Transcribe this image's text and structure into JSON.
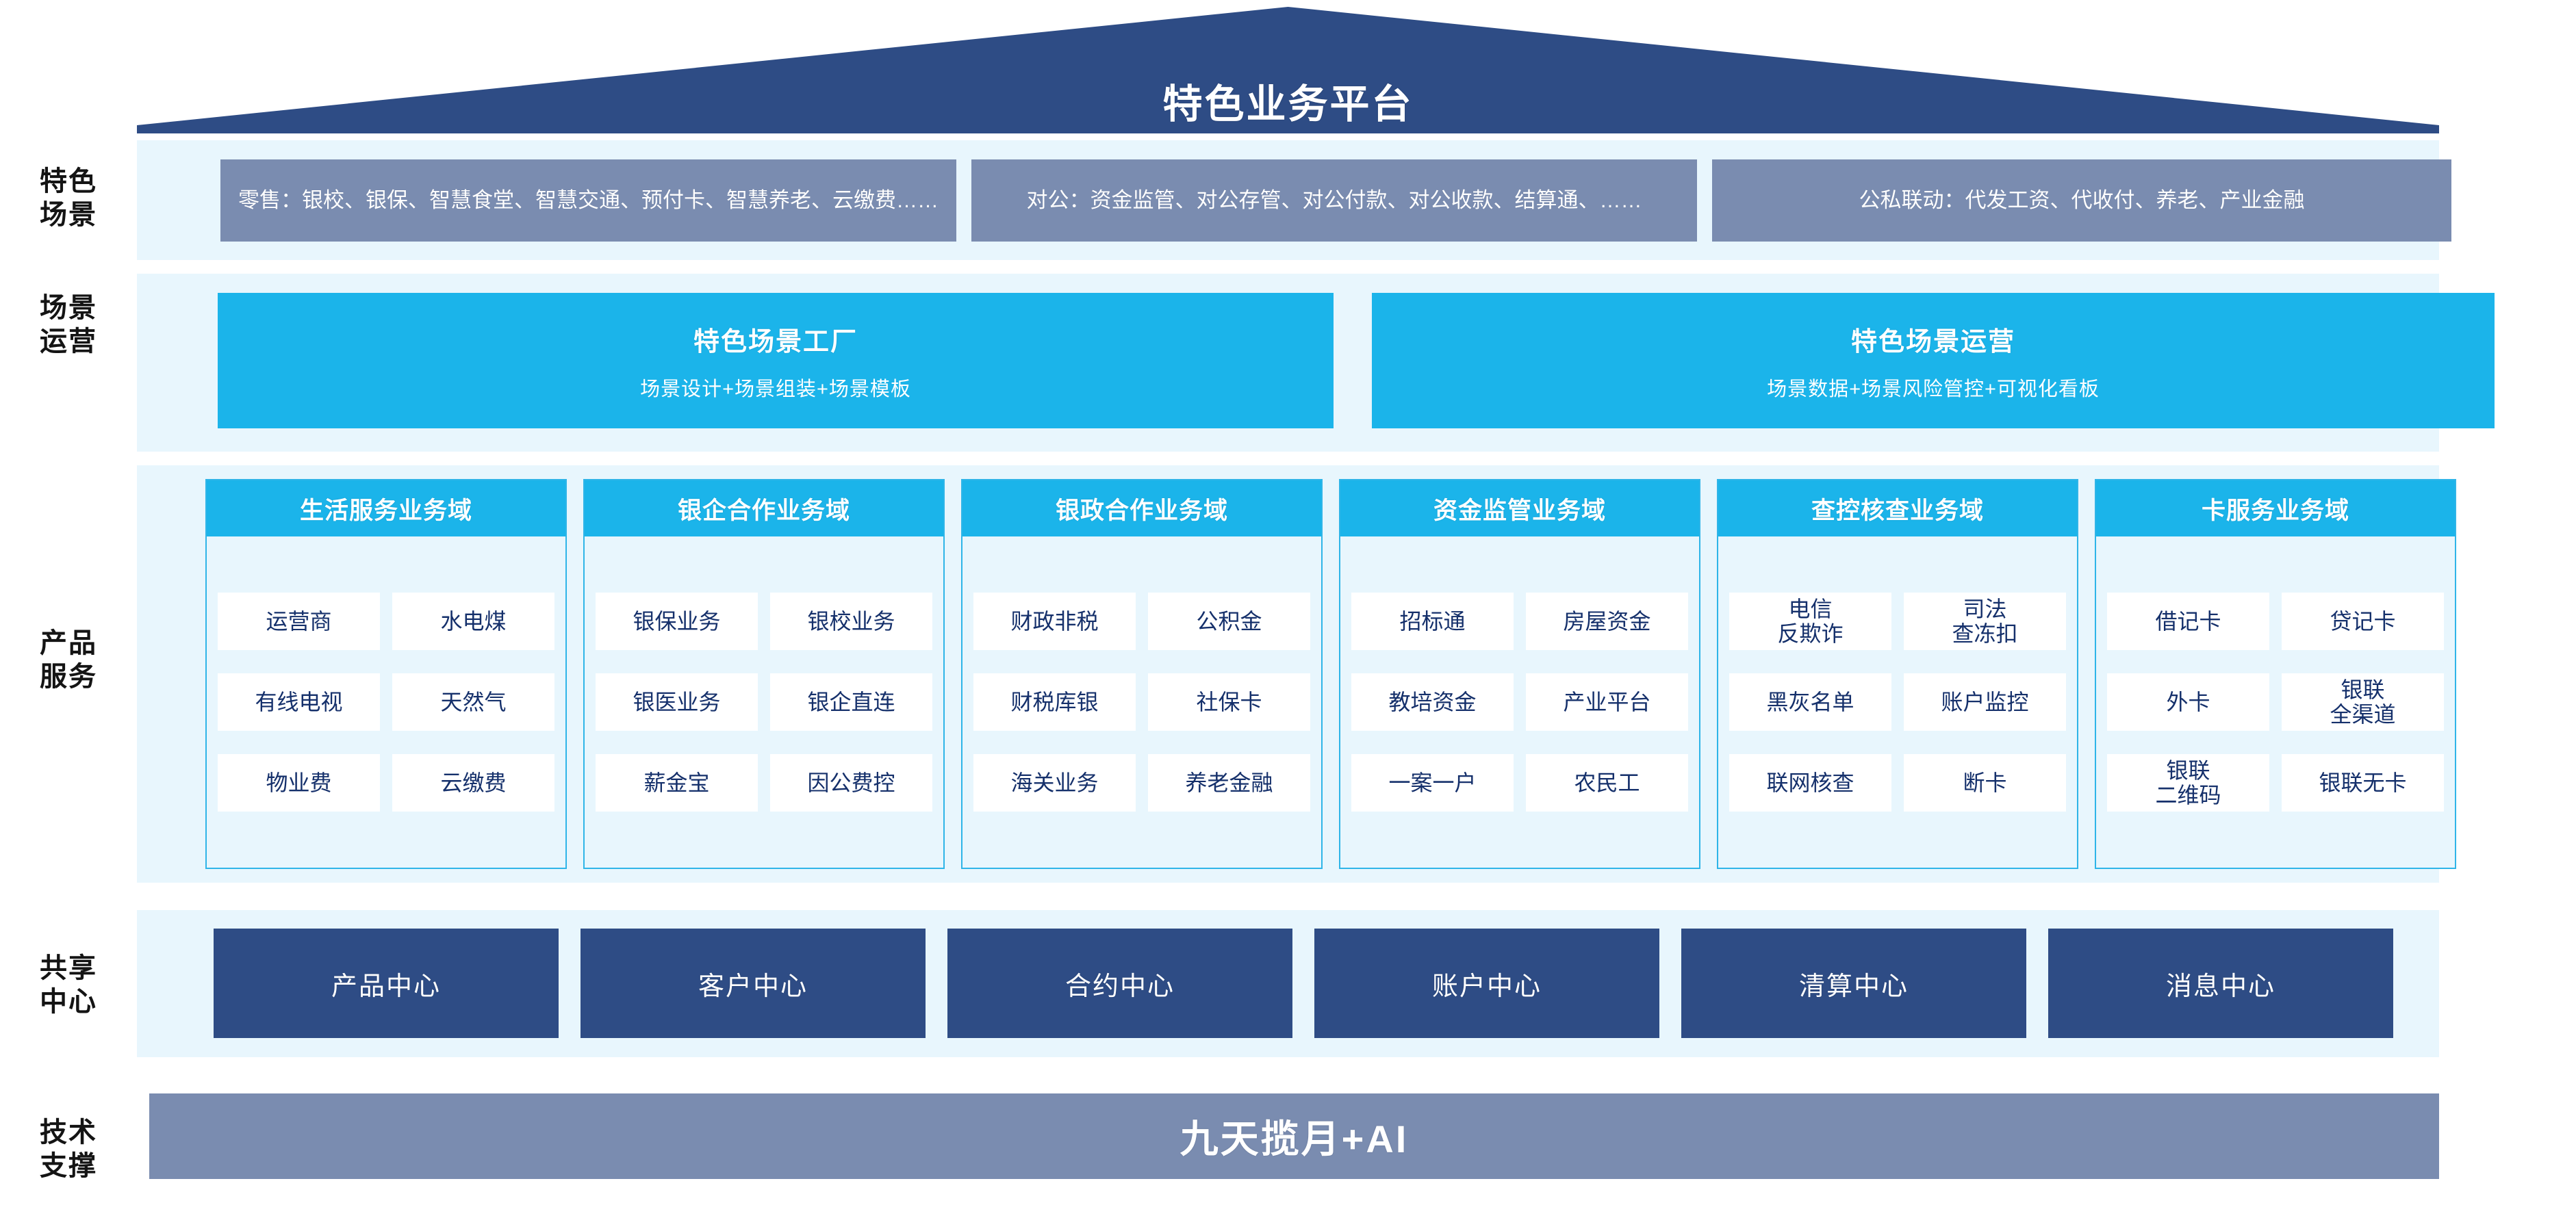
{
  "header": {
    "title": "特色业务平台"
  },
  "colors": {
    "roof": "#2E4C85",
    "band": "#E8F6FD",
    "slate": "#7A8CB0",
    "cyan": "#1BB4EA",
    "cyan_border": "#2FB5E8",
    "navy": "#2E4C85",
    "cell_text": "#15306B",
    "white": "#FFFFFF"
  },
  "rail": {
    "labels": [
      {
        "line1": "特色",
        "line2": "场景"
      },
      {
        "line1": "场景",
        "line2": "运营"
      },
      {
        "line1": "产品",
        "line2": "服务"
      },
      {
        "line1": "共享",
        "line2": "中心"
      },
      {
        "line1": "技术",
        "line2": "支撑"
      }
    ]
  },
  "scenarios": {
    "chips": [
      {
        "name": "retail",
        "text": "零售：银校、银保、智慧食堂、智慧交通、预付卡、智慧养老、云缴费……"
      },
      {
        "name": "corporate",
        "text": "对公：资金监管、对公存管、对公付款、对公收款、结算通、……"
      },
      {
        "name": "public-private-linkage",
        "text": "公私联动：代发工资、代收付、养老、产业金融"
      }
    ]
  },
  "operations": {
    "bars": [
      {
        "title": "特色场景工厂",
        "subtitle": "场景设计+场景组装+场景模板"
      },
      {
        "title": "特色场景运营",
        "subtitle": "场景数据+场景风险管控+可视化看板"
      }
    ]
  },
  "products": {
    "domains": [
      {
        "title": "生活服务业务域",
        "items": [
          "运营商",
          "水电煤",
          "有线电视",
          "天然气",
          "物业费",
          "云缴费"
        ]
      },
      {
        "title": "银企合作业务域",
        "items": [
          "银保业务",
          "银校业务",
          "银医业务",
          "银企直连",
          "薪金宝",
          "因公费控"
        ]
      },
      {
        "title": "银政合作业务域",
        "items": [
          "财政非税",
          "公积金",
          "财税库银",
          "社保卡",
          "海关业务",
          "养老金融"
        ]
      },
      {
        "title": "资金监管业务域",
        "items": [
          "招标通",
          "房屋资金",
          "教培资金",
          "产业平台",
          "一案一户",
          "农民工"
        ]
      },
      {
        "title": "查控核查业务域",
        "items": [
          "电信\n反欺诈",
          "司法\n查冻扣",
          "黑灰名单",
          "账户监控",
          "联网核查",
          "断卡"
        ]
      },
      {
        "title": "卡服务业务域",
        "items": [
          "借记卡",
          "贷记卡",
          "外卡",
          "银联\n全渠道",
          "银联\n二维码",
          "银联无卡"
        ]
      }
    ]
  },
  "shared_centers": {
    "items": [
      "产品中心",
      "客户中心",
      "合约中心",
      "账户中心",
      "清算中心",
      "消息中心"
    ]
  },
  "technology": {
    "label": "九天揽月+AI"
  }
}
